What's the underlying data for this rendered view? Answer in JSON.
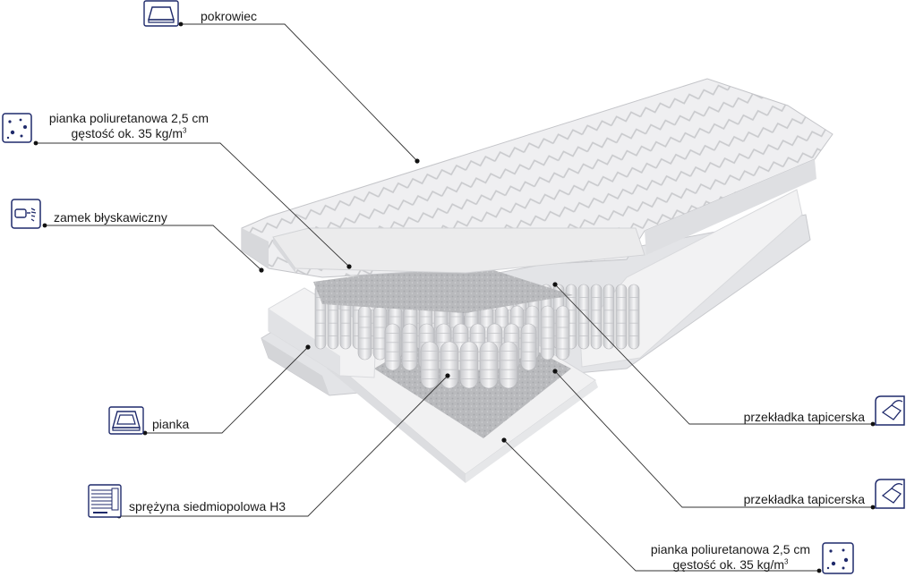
{
  "labels": {
    "cover": "pokrowiec",
    "foam_top_line1": "pianka  poliuretanowa 2,5 cm",
    "foam_top_line2": "gęstość ok. 35 kg/m",
    "foam_top_sup": "3",
    "zipper": "zamek błyskawiczny",
    "foam_side": "pianka",
    "spring": "sprężyna siedmiopolowa H3",
    "pad_1": "przekładka tapicerska",
    "pad_2": "przekładka tapicerska",
    "foam_bottom_line1": "pianka  poliuretanowa 2,5 cm",
    "foam_bottom_line2": "gęstość ok. 35 kg/m",
    "foam_bottom_sup": "3"
  },
  "icons": {
    "cover": "mattress-cover-icon",
    "foam_top": "foam-density-icon",
    "zipper": "zipper-icon",
    "foam_side": "foam-frame-icon",
    "spring": "pocket-spring-icon",
    "pad_1": "upholstery-pad-icon",
    "pad_2": "upholstery-pad-icon",
    "foam_bottom": "foam-density-icon"
  },
  "colors": {
    "icon_stroke": "#1f2a6b",
    "leader_line": "#333333"
  }
}
